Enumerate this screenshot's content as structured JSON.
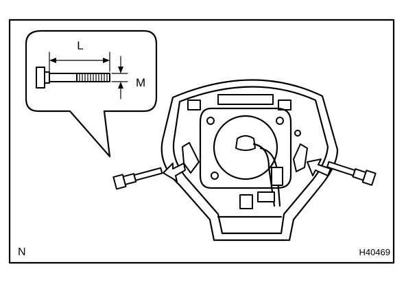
{
  "labels": {
    "length": "L",
    "diameter": "M",
    "view": "N",
    "figure_id": "H40469"
  },
  "colors": {
    "line": "#000000",
    "background": "#ffffff",
    "shade": "#bdbdbd"
  }
}
